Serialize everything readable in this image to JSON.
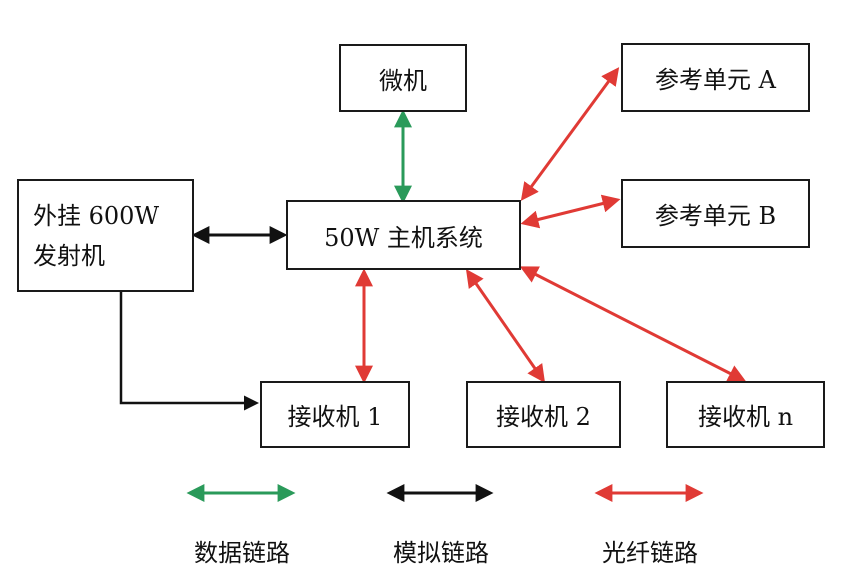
{
  "colors": {
    "data_link": "#2a9a5a",
    "analog_link": "#111111",
    "fiber_link": "#e03a35",
    "box_border": "#1a1a1a",
    "text": "#111111"
  },
  "nodes": {
    "microcomputer": "微机",
    "host_system": "50W 主机系统",
    "external_transmitter_line1": "外挂 600W",
    "external_transmitter_line2": "发射机",
    "reference_a": "参考单元 A",
    "reference_b": "参考单元 B",
    "receiver_1": "接收机 1",
    "receiver_2": "接收机 2",
    "receiver_n": "接收机 n"
  },
  "legend": {
    "data_link": "数据链路",
    "analog_link": "模拟链路",
    "fiber_link": "光纤链路"
  },
  "edges": [
    {
      "from": "microcomputer",
      "to": "host_system",
      "type": "data_link",
      "bidirectional": true
    },
    {
      "from": "external_transmitter",
      "to": "host_system",
      "type": "analog_link",
      "bidirectional": true
    },
    {
      "from": "external_transmitter",
      "to": "receiver_1",
      "type": "analog_link",
      "bidirectional": false
    },
    {
      "from": "host_system",
      "to": "reference_a",
      "type": "fiber_link",
      "bidirectional": true
    },
    {
      "from": "host_system",
      "to": "reference_b",
      "type": "fiber_link",
      "bidirectional": true
    },
    {
      "from": "host_system",
      "to": "receiver_1",
      "type": "fiber_link",
      "bidirectional": true
    },
    {
      "from": "host_system",
      "to": "receiver_2",
      "type": "fiber_link",
      "bidirectional": true
    },
    {
      "from": "host_system",
      "to": "receiver_n",
      "type": "fiber_link",
      "bidirectional": true
    }
  ]
}
